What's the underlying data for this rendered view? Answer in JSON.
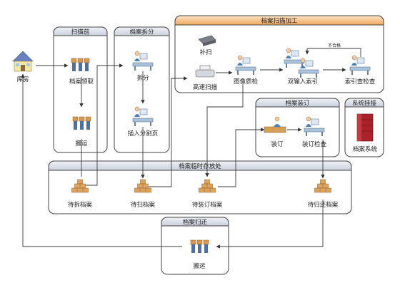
{
  "groups": {
    "scan_before": "扫描前",
    "split": "档案拆分",
    "scan_process": "档案扫描加工",
    "binding": "档案装订",
    "system_hookup": "系统挂接",
    "temp_storage": "档案临时存放处",
    "return": "档案归还"
  },
  "nodes": {
    "warehouse": "库房",
    "pickup": "档案领取",
    "carry1": "搬运",
    "split": "拆分",
    "insert_pages": "插入分割页",
    "rescan": "补扫",
    "highspeed_scan": "高速扫描",
    "image_qc": "图像质检",
    "double_index": "双输入索引",
    "index_check": "索引查检查",
    "bind": "装订",
    "bind_check": "装订检查",
    "archive_system": "档案系统",
    "to_split": "待拆档案",
    "to_scan": "待扫档案",
    "to_bind": "待装订档案",
    "to_return": "待归还档案",
    "carry2": "搬运"
  },
  "annotations": {
    "loop_note": "不合格"
  },
  "colors": {
    "header_blue": "#d8dce6",
    "header_orange": "#f4c08a",
    "box_fill": "#e3b874",
    "server_red": "#a8232a"
  }
}
